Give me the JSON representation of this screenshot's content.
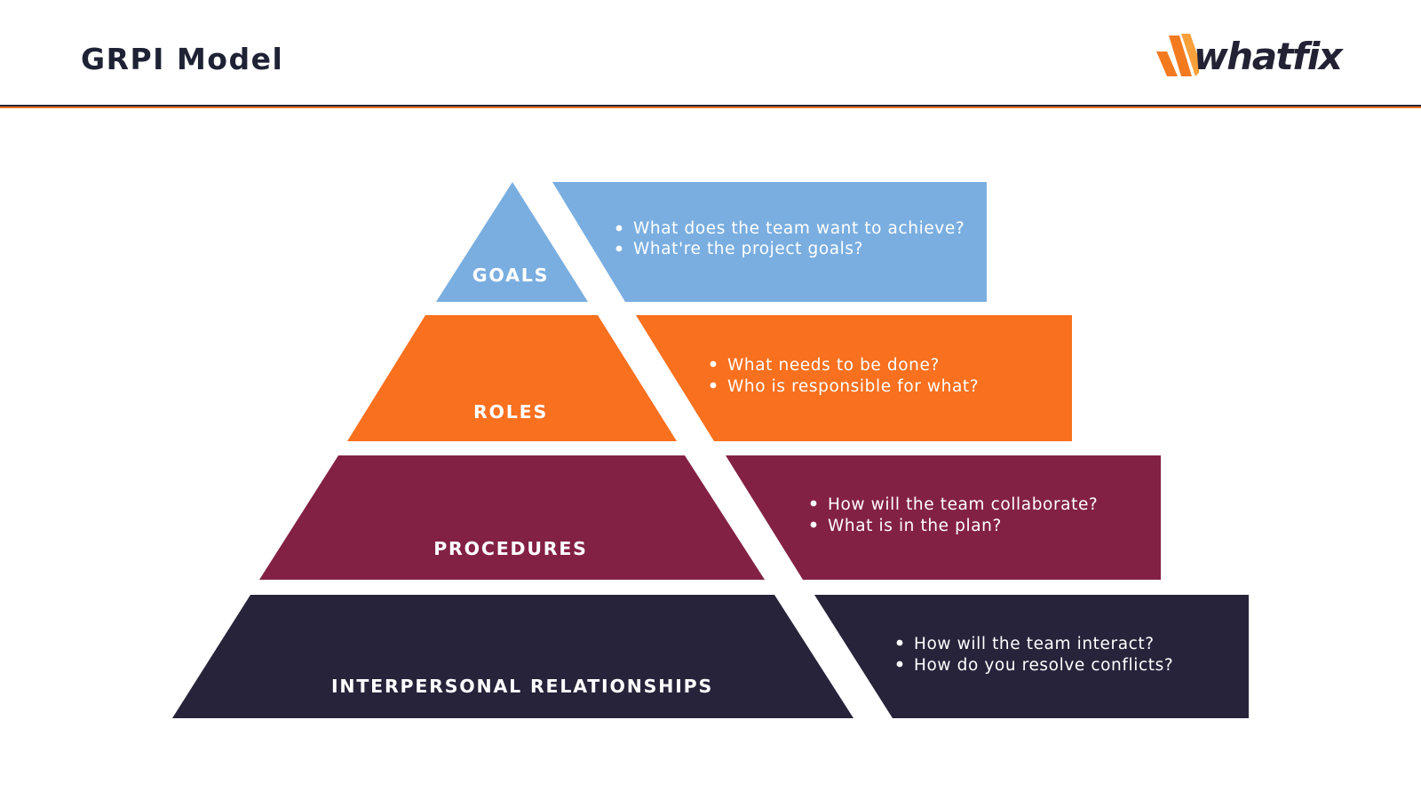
{
  "header": {
    "title": "GRPI Model",
    "logo_text": "whatfix",
    "logo_tm": "™",
    "accent_color": "#f27524",
    "text_color": "#1f2235"
  },
  "tiers": [
    {
      "name": "GOALS",
      "color": "#7aaee0",
      "bullets": [
        "What does the team want to achieve?",
        "What're the project goals?"
      ]
    },
    {
      "name": "ROLES",
      "color": "#f9701e",
      "bullets": [
        "What needs to be done?",
        "Who is responsible for what?"
      ]
    },
    {
      "name": "PROCEDURES",
      "color": "#832144",
      "bullets": [
        "How will the team collaborate?",
        "What is in the plan?"
      ]
    },
    {
      "name": "INTERPERSONAL RELATIONSHIPS",
      "color": "#26233a",
      "bullets": [
        "How will the team interact?",
        "How do you resolve conflicts?"
      ]
    }
  ]
}
